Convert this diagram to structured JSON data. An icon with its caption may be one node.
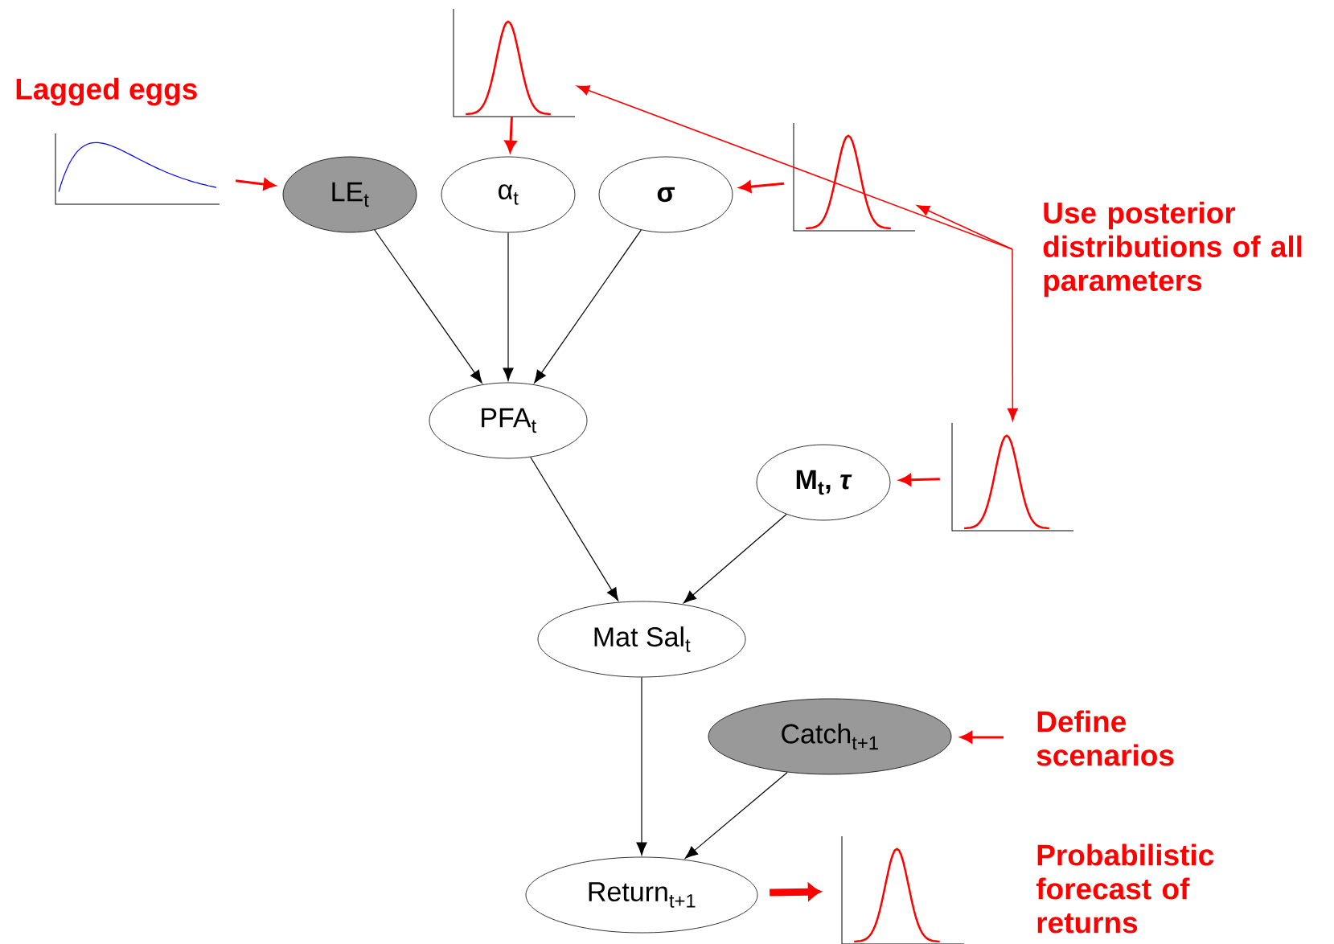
{
  "diagram": {
    "nodes": [
      {
        "text": [],
        "shape": "picture"
      },
      {
        "text": [],
        "shape": "picture"
      },
      {
        "text": [
          "LE$_{t}$"
        ]
      },
      {
        "text": [
          "α$_{t}$"
        ]
      },
      {
        "text": [
          "σ"
        ]
      },
      {
        "text": [],
        "shape": "picture"
      },
      {
        "text": [
          "Use posterior distributions of all parameters"
        ]
      },
      {
        "text": [
          "PFA$_{t}$"
        ]
      },
      {
        "text": [],
        "shape": "picture"
      },
      {
        "text": [
          "M$_{t}$, *τ*"
        ]
      },
      {
        "text": [
          "Mat Sal$_{t}$"
        ]
      },
      {
        "text": [
          "Catch$_{t+1}$"
        ]
      },
      {
        "text": [
          "Define scenarios"
        ]
      },
      {
        "text": [
          "Return$_{t+1}$"
        ]
      },
      {
        "text": [],
        "shape": "picture"
      }
    ],
    "edges": [
      {
        "from": 2,
        "to": 7,
        "arrow": "to",
        "color": "#000000"
      },
      {
        "from": 3,
        "to": 7,
        "arrow": "to",
        "color": "#000000"
      },
      {
        "from": 4,
        "to": 7,
        "arrow": "to",
        "color": "#000000"
      },
      {
        "from": 7,
        "to": 10,
        "arrow": "to",
        "color": "#000000"
      },
      {
        "from": 9,
        "to": 10,
        "arrow": "to",
        "color": "#000000"
      },
      {
        "from": 10,
        "to": 13,
        "arrow": "to",
        "color": "#000000"
      },
      {
        "from": 11,
        "to": 13,
        "arrow": "to",
        "color": "#000000"
      },
      {
        "from": 1,
        "to": 2,
        "arrow": "to",
        "color": "#ff0000"
      },
      {
        "from": 0,
        "to": 3,
        "arrow": "to",
        "color": "#ff0000"
      },
      {
        "from": 5,
        "to": 4,
        "arrow": "to",
        "color": "#ff0000"
      },
      {
        "from": 8,
        "to": 9,
        "arrow": "to",
        "color": "#ff0000"
      },
      {
        "from": 12,
        "to": 11,
        "arrow": "to",
        "color": "#ff0000"
      },
      {
        "from": 13,
        "to": 14,
        "arrow": "to",
        "style": "thick",
        "color": "#ff0000"
      },
      {
        "from": 6,
        "to": 0,
        "arrow": "to",
        "color": "#ff0000"
      },
      {
        "from": 6,
        "to": 5,
        "arrow": "to",
        "color": "#ff0000"
      },
      {
        "from": 6,
        "to": 8,
        "arrow": "to",
        "color": "#ff0000"
      }
    ],
    "labels": [
      "Lagged eggs",
      "Probabilistic forecast of returns"
    ]
  }
}
